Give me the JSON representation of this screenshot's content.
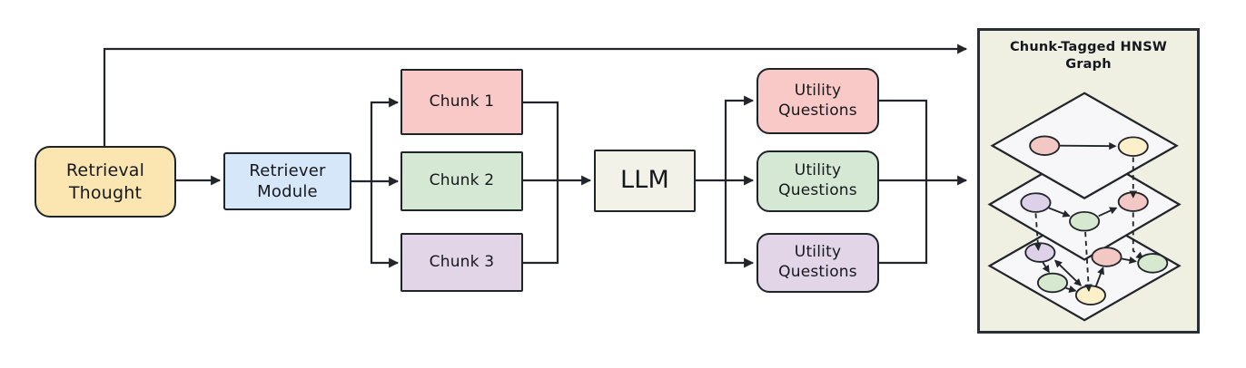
{
  "flow": {
    "retrieval_thought": {
      "line1": "Retrieval",
      "line2": "Thought"
    },
    "retriever_module": {
      "line1": "Retriever",
      "line2": "Module"
    },
    "chunks": [
      {
        "label": "Chunk 1"
      },
      {
        "label": "Chunk 2"
      },
      {
        "label": "Chunk 3"
      }
    ],
    "llm": {
      "label": "LLM"
    },
    "utility_questions": [
      {
        "line1": "Utility",
        "line2": "Questions"
      },
      {
        "line1": "Utility",
        "line2": "Questions"
      },
      {
        "line1": "Utility",
        "line2": "Questions"
      }
    ],
    "hnsw_panel": {
      "title_line1": "Chunk-Tagged HNSW",
      "title_line2": "Graph"
    }
  },
  "colors": {
    "line": "#22262b",
    "yellow_fill": "#fbe6b2",
    "blue_fill": "#d7e7fa",
    "pink_fill": "#f9c9c7",
    "green_fill": "#d5e8d4",
    "purple_fill": "#e1d5e7",
    "cream_fill": "#f2f2e8",
    "panel_fill": "#f0f0e2",
    "layer_fill": "#f7f7f9",
    "node_pink": "#f3c7c3",
    "node_yellow": "#fbf0ca",
    "node_green": "#d6e8d0",
    "node_purple": "#ddd0e9"
  }
}
